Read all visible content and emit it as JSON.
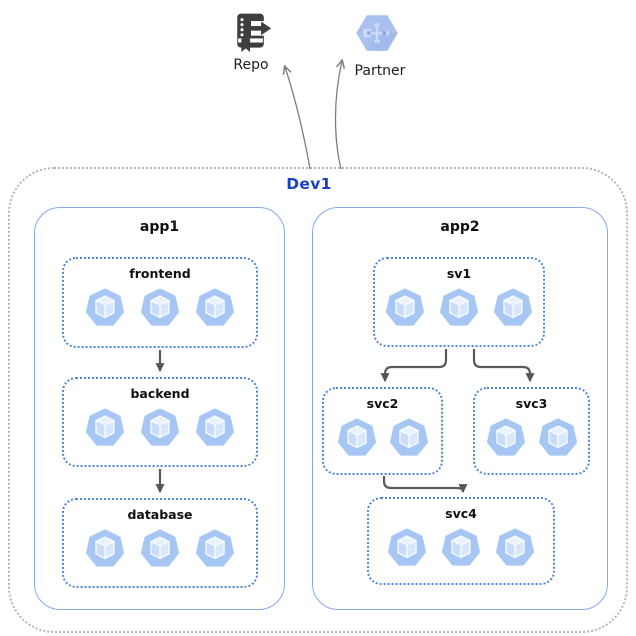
{
  "colors": {
    "cluster_label_blue": "#1a3fc9",
    "app_border_blue": "#85abe8",
    "service_dotted_blue": "#4f86dd",
    "outer_dotted_gray": "#b4b4b4",
    "pod_blue": "#a6c7f4",
    "arrow_dark_gray": "#5a5a5a",
    "arrow_light_gray": "#7d7d7d",
    "repo_icon_dark": "#3e3e3e",
    "partner_hexagon_blue": "#aac0f1"
  },
  "external": {
    "repo": {
      "label": "Repo",
      "icon": "source-repository-icon"
    },
    "partner": {
      "label": "Partner",
      "icon": "partner-hexagon-icon"
    }
  },
  "cluster": {
    "label": "Dev1",
    "external_edges": [
      "Dev1->Repo",
      "Dev1->Partner"
    ],
    "apps": [
      {
        "label": "app1",
        "services": [
          {
            "label": "frontend",
            "pods": 3
          },
          {
            "label": "backend",
            "pods": 3
          },
          {
            "label": "database",
            "pods": 3
          }
        ],
        "edges": [
          "frontend->backend",
          "backend->database"
        ]
      },
      {
        "label": "app2",
        "services": [
          {
            "label": "sv1",
            "pods": 3
          },
          {
            "label": "svc2",
            "pods": 2
          },
          {
            "label": "svc3",
            "pods": 2
          },
          {
            "label": "svc4",
            "pods": 3
          }
        ],
        "edges": [
          "sv1->svc2",
          "sv1->svc3",
          "svc2->svc4"
        ]
      }
    ]
  }
}
